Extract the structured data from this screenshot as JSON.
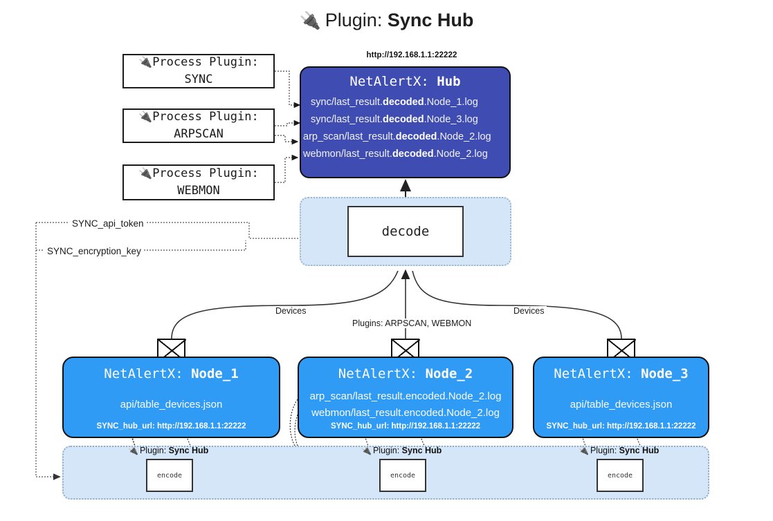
{
  "page": {
    "title_prefix": "Plugin: ",
    "title_name": "Sync Hub",
    "plug_icon": "plug-icon"
  },
  "process_plugins": [
    {
      "line1": "Process Plugin:",
      "line2": "SYNC"
    },
    {
      "line1": "Process Plugin:",
      "line2": "ARPSCAN"
    },
    {
      "line1": "Process Plugin:",
      "line2": "WEBMON"
    }
  ],
  "hub": {
    "url": "http://192.168.1.1:22222",
    "title_prefix": "NetAlertX: ",
    "title_name": "Hub",
    "lines": [
      {
        "pre": "sync/last_result.",
        "bold": "decoded",
        "post": ".Node_1.log"
      },
      {
        "pre": "sync/last_result.",
        "bold": "decoded",
        "post": ".Node_3.log"
      },
      {
        "pre": "arp_scan/last_result.",
        "bold": "decoded",
        "post": ".Node_2.log"
      },
      {
        "pre": "webmon/last_result.",
        "bold": "decoded",
        "post": ".Node_2.log"
      }
    ]
  },
  "decode": {
    "label": "decode"
  },
  "wire_labels": {
    "api_token": "SYNC_api_token",
    "encryption_key": "SYNC_encryption_key",
    "devices_left": "Devices",
    "devices_right": "Devices",
    "plugins_mid": "Plugins: ARPSCAN, WEBMON"
  },
  "nodes": [
    {
      "title_prefix": "NetAlertX: ",
      "title_name": "Node_1",
      "lines": [
        "api/table_devices.json"
      ],
      "footer": "SYNC_hub_url: http://192.168.1.1:22222"
    },
    {
      "title_prefix": "NetAlertX: ",
      "title_name": "Node_2",
      "lines": [
        "arp_scan/last_result.encoded.Node_2.log",
        "webmon/last_result.encoded.Node_2.log"
      ],
      "footer": "SYNC_hub_url: http://192.168.1.1:22222"
    },
    {
      "title_prefix": "NetAlertX: ",
      "title_name": "Node_3",
      "lines": [
        "api/table_devices.json"
      ],
      "footer": "SYNC_hub_url: http://192.168.1.1:22222"
    }
  ],
  "bottom_plugins": [
    {
      "label_prefix": "Plugin: ",
      "label_name": "Sync Hub",
      "box": "encode"
    },
    {
      "label_prefix": "Plugin: ",
      "label_name": "Sync Hub",
      "box": "encode"
    },
    {
      "label_prefix": "Plugin: ",
      "label_name": "Sync Hub",
      "box": "encode"
    }
  ],
  "colors": {
    "hub": "#3f4db3",
    "node": "#2f9bf5",
    "container": "#d4e6f8",
    "stroke": "#111111"
  }
}
